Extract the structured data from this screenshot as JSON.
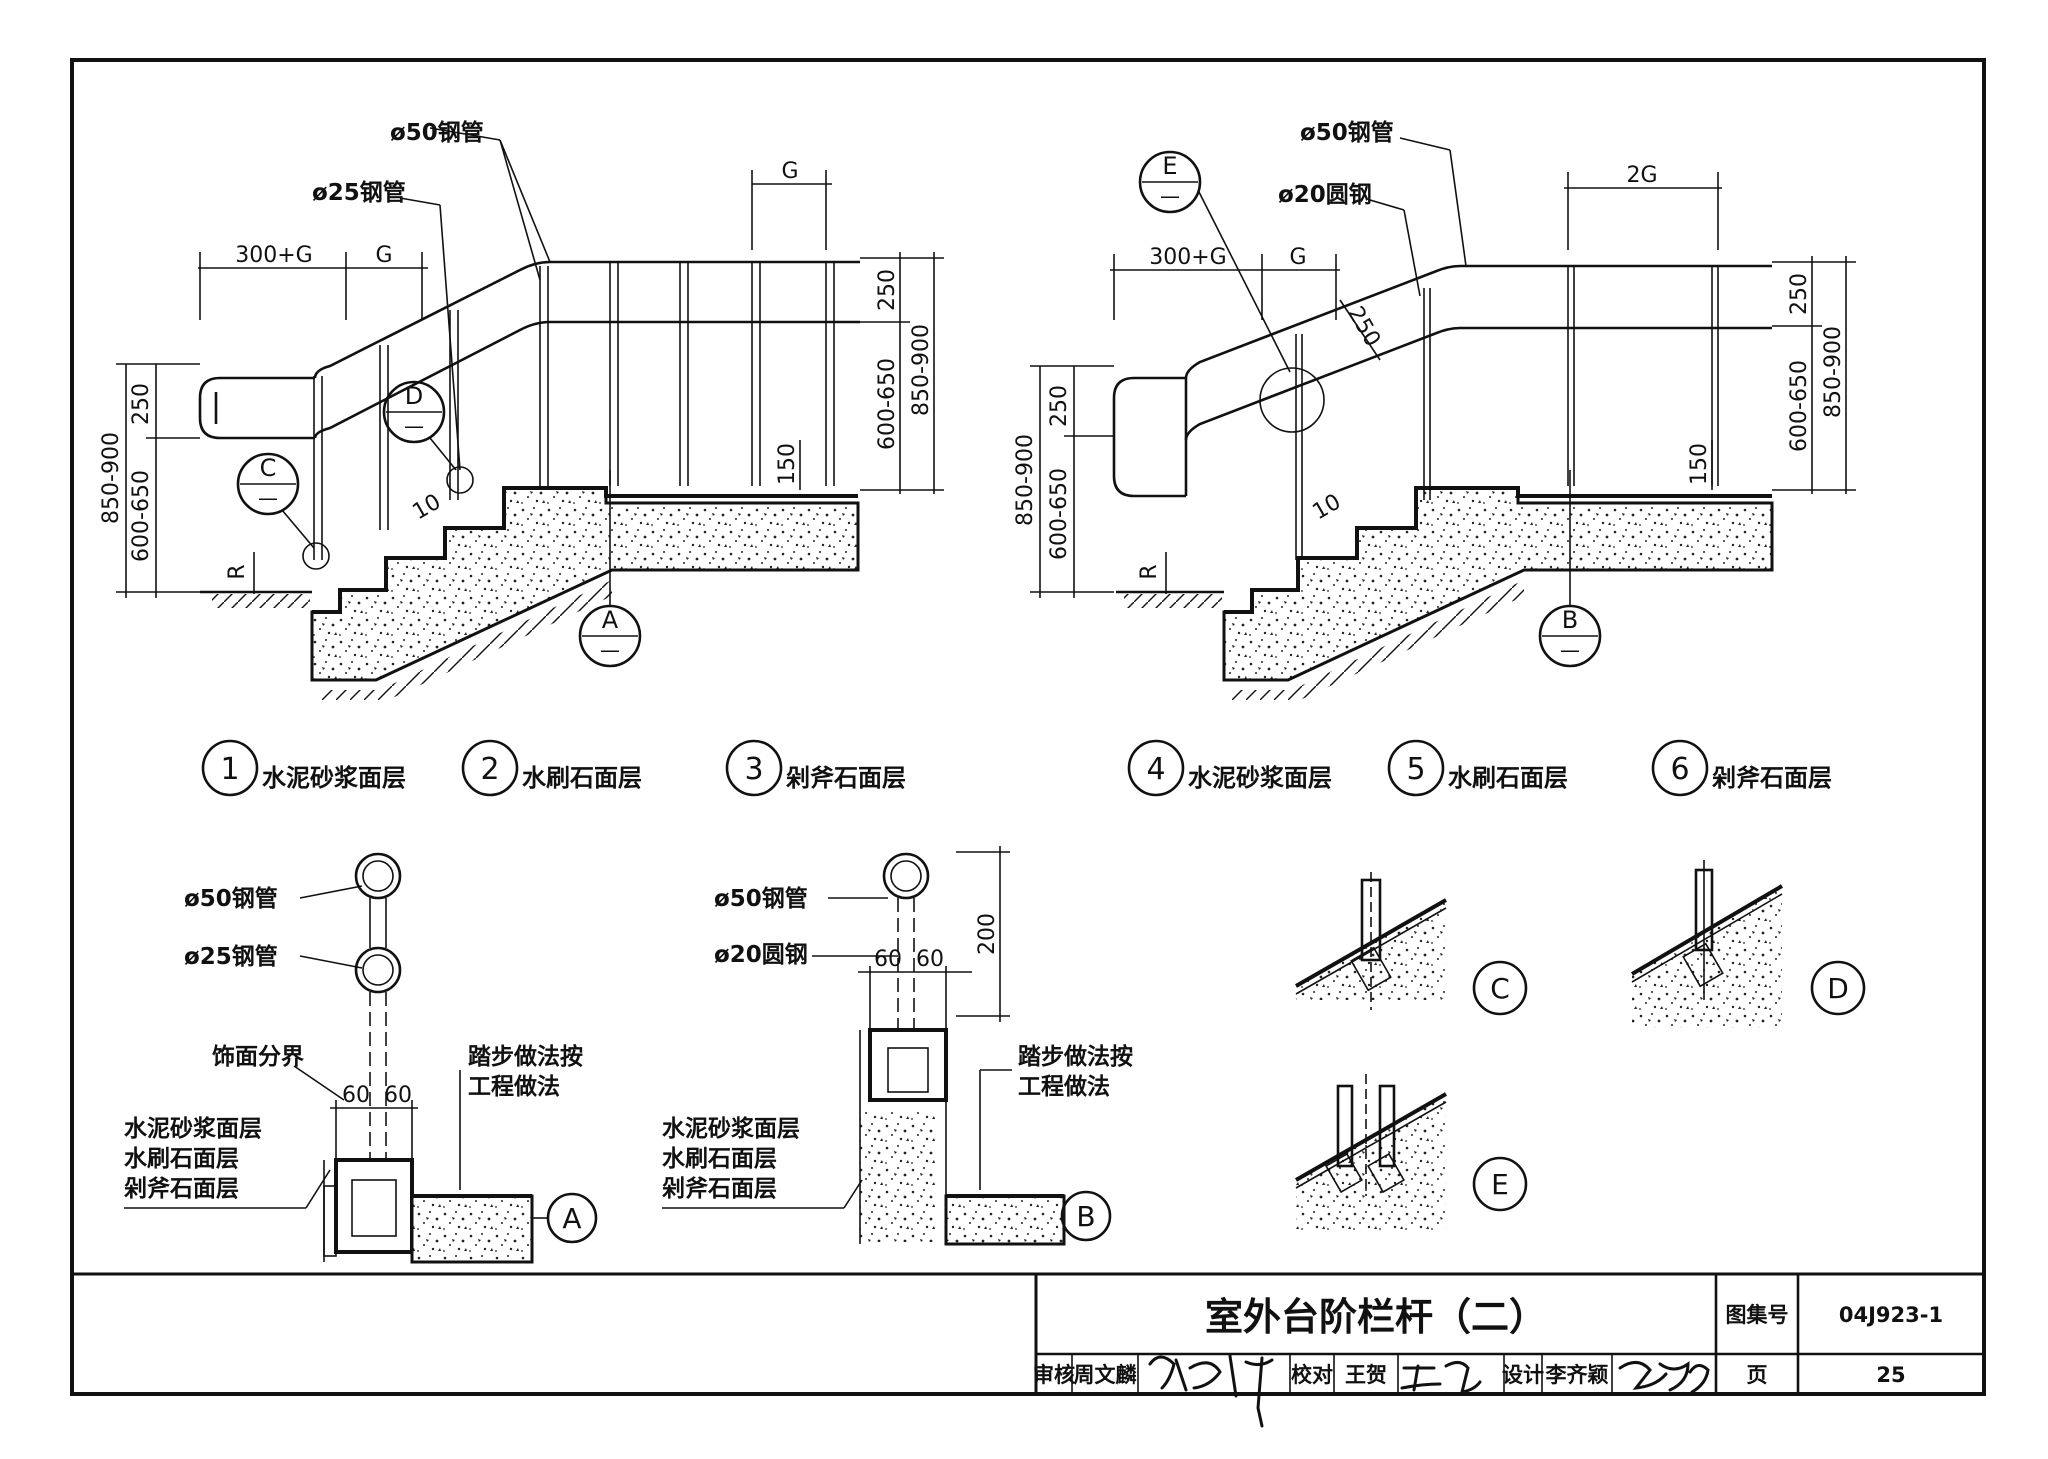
{
  "elevations": {
    "left": {
      "pipe_top": "ø50钢管",
      "pipe_mid": "ø25钢管",
      "dim_300g": "300+G",
      "dim_g1": "G",
      "dim_g2": "G",
      "dim_250a": "250",
      "dim_250b": "250",
      "dim_600a": "600-650",
      "dim_600b": "600-650",
      "dim_850a": "850-900",
      "dim_850b": "850-900",
      "dim_150": "150",
      "dim_r": "R",
      "dim_step": "10",
      "callout_c": "C",
      "callout_d": "D",
      "section_a": "A",
      "dash": "—"
    },
    "right": {
      "pipe_top": "ø50钢管",
      "pipe_mid": "ø20圆钢",
      "dim_300g": "300+G",
      "dim_g": "G",
      "dim_2g": "2G",
      "dim_250a": "250",
      "dim_250b": "250",
      "dim_250s": "250",
      "dim_600a": "600-650",
      "dim_600b": "600-650",
      "dim_850a": "850-900",
      "dim_850b": "850-900",
      "dim_150": "150",
      "dim_r": "R",
      "dim_step": "10",
      "callout_e": "E",
      "section_b": "B",
      "dash": "—"
    }
  },
  "types": [
    {
      "num": "1",
      "label": "水泥砂浆面层"
    },
    {
      "num": "2",
      "label": "水刷石面层"
    },
    {
      "num": "3",
      "label": "剁斧石面层"
    },
    {
      "num": "4",
      "label": "水泥砂浆面层"
    },
    {
      "num": "5",
      "label": "水刷石面层"
    },
    {
      "num": "6",
      "label": "剁斧石面层"
    }
  ],
  "detail_a": {
    "pipe50": "ø50钢管",
    "pipe25": "ø25钢管",
    "boundary": "饰面分界",
    "d60a": "60",
    "d60b": "60",
    "step_note1": "踏步做法按",
    "step_note2": "工程做法",
    "layer1": "水泥砂浆面层",
    "layer2": "水刷石面层",
    "layer3": "剁斧石面层",
    "mark": "A"
  },
  "detail_b": {
    "pipe50": "ø50钢管",
    "rod20": "ø20圆钢",
    "d60a": "60",
    "d60b": "60",
    "d200": "200",
    "step_note1": "踏步做法按",
    "step_note2": "工程做法",
    "layer1": "水泥砂浆面层",
    "layer2": "水刷石面层",
    "layer3": "剁斧石面层",
    "mark": "B"
  },
  "details_small": {
    "c": "C",
    "d": "D",
    "e": "E"
  },
  "title_block": {
    "title": "室外台阶栏杆（二）",
    "atlas_label": "图集号",
    "atlas_no": "04J923-1",
    "review_label": "审核",
    "reviewer": "周文麟",
    "check_label": "校对",
    "checker": "王贺",
    "design_label": "设计",
    "designer": "李齐颖",
    "page_label": "页",
    "page_no": "25",
    "signatures": [
      "周文麟",
      "王贺",
      "李齐颖"
    ]
  }
}
